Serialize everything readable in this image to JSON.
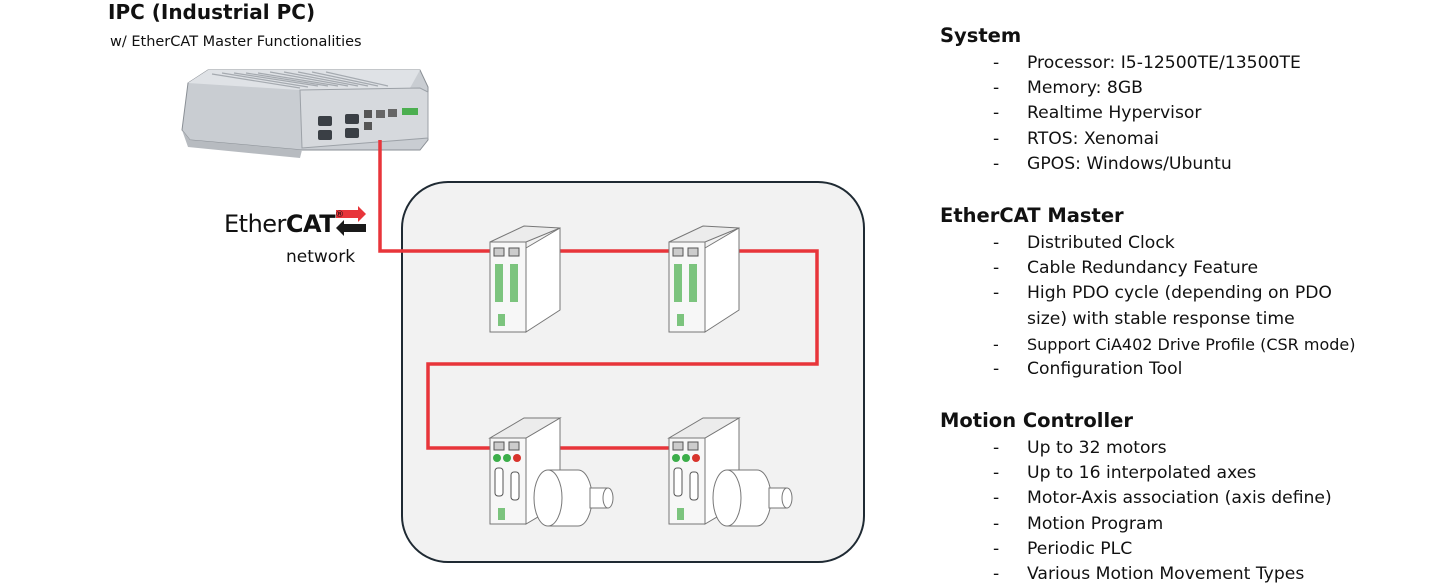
{
  "ipc": {
    "title": "IPC (Industrial PC)",
    "subtitle": "w/ EtherCAT Master Functionalities"
  },
  "network": {
    "logo_text_a": "Ether",
    "logo_text_b": "CAT",
    "logo_mark": "®",
    "label": "network"
  },
  "sections": [
    {
      "title": "System",
      "items": [
        "Processor: I5-12500TE/13500TE",
        "Memory: 8GB",
        "Realtime Hypervisor",
        "RTOS: Xenomai",
        "GPOS: Windows/Ubuntu"
      ]
    },
    {
      "title": "EtherCAT Master",
      "items": [
        "Distributed Clock",
        "Cable Redundancy Feature",
        "High PDO cycle (depending on PDO size) with stable response time",
        "Support CiA402 Drive Profile (CSR mode)",
        "Configuration Tool"
      ]
    },
    {
      "title": "Motion Controller",
      "items": [
        "Up to 32 motors",
        "Up to 16 interpolated axes",
        "Motor-Axis association (axis define)",
        "Motion Program",
        "Periodic PLC",
        "Various Motion Movement Types"
      ]
    }
  ],
  "bullet_dash": "-",
  "colors": {
    "cable": "#e8353a",
    "panel_fill": "#f2f2f2",
    "panel_border": "#1f2a33"
  }
}
